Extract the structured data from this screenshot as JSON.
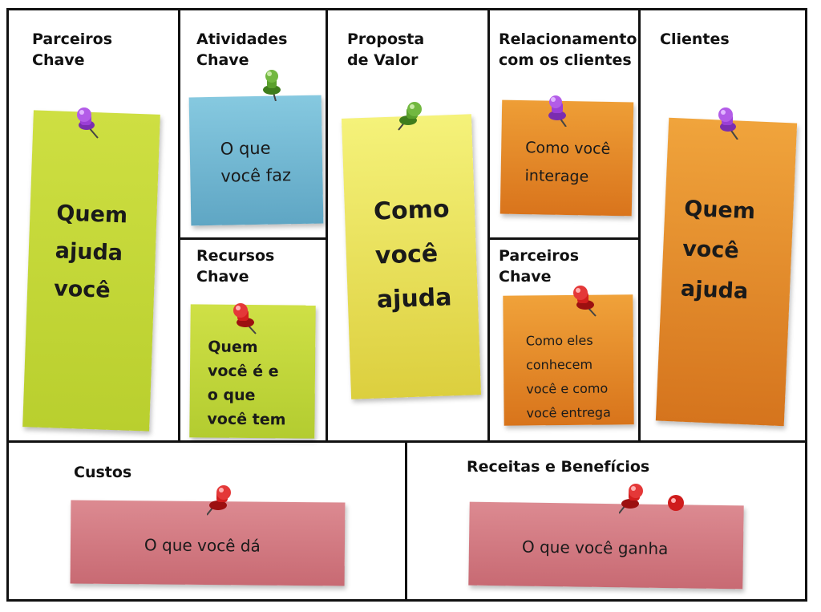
{
  "canvas": {
    "partners_title": "Parceiros\nChave",
    "activities_title": "Atividades\nChave",
    "resources_title": "Recursos\nChave",
    "value_title": "Proposta\nde Valor",
    "relationship_title": "Relacionamento\ncom os clientes",
    "channels_title": "Parceiros\nChave",
    "customers_title": "Clientes",
    "costs_title": "Custos",
    "revenue_title": "Receitas e Benefícios"
  },
  "notes": {
    "partners": "Quem\najuda\nvocê",
    "activities": "O que\nvocê faz",
    "resources": "Quem\nvocê é e\no que\nvocê tem",
    "value": "Como\nvocê\najuda",
    "relationship": "Como você\ninterage",
    "channels": "Como eles\nconhecem\nvocê e como\nvocê entrega",
    "customers": "Quem\nvocê\najuda",
    "costs": "O que você dá",
    "revenue": "O que você ganha"
  },
  "colors": {
    "lime": "#c9dc3a",
    "blue": "#7cc3dc",
    "yellow": "#f2ee6a",
    "orange": "#e8922e",
    "pink": "#d98088",
    "pin_purple": "#9b3fd6",
    "pin_green": "#5aa02c",
    "pin_red": "#d21e1e"
  }
}
